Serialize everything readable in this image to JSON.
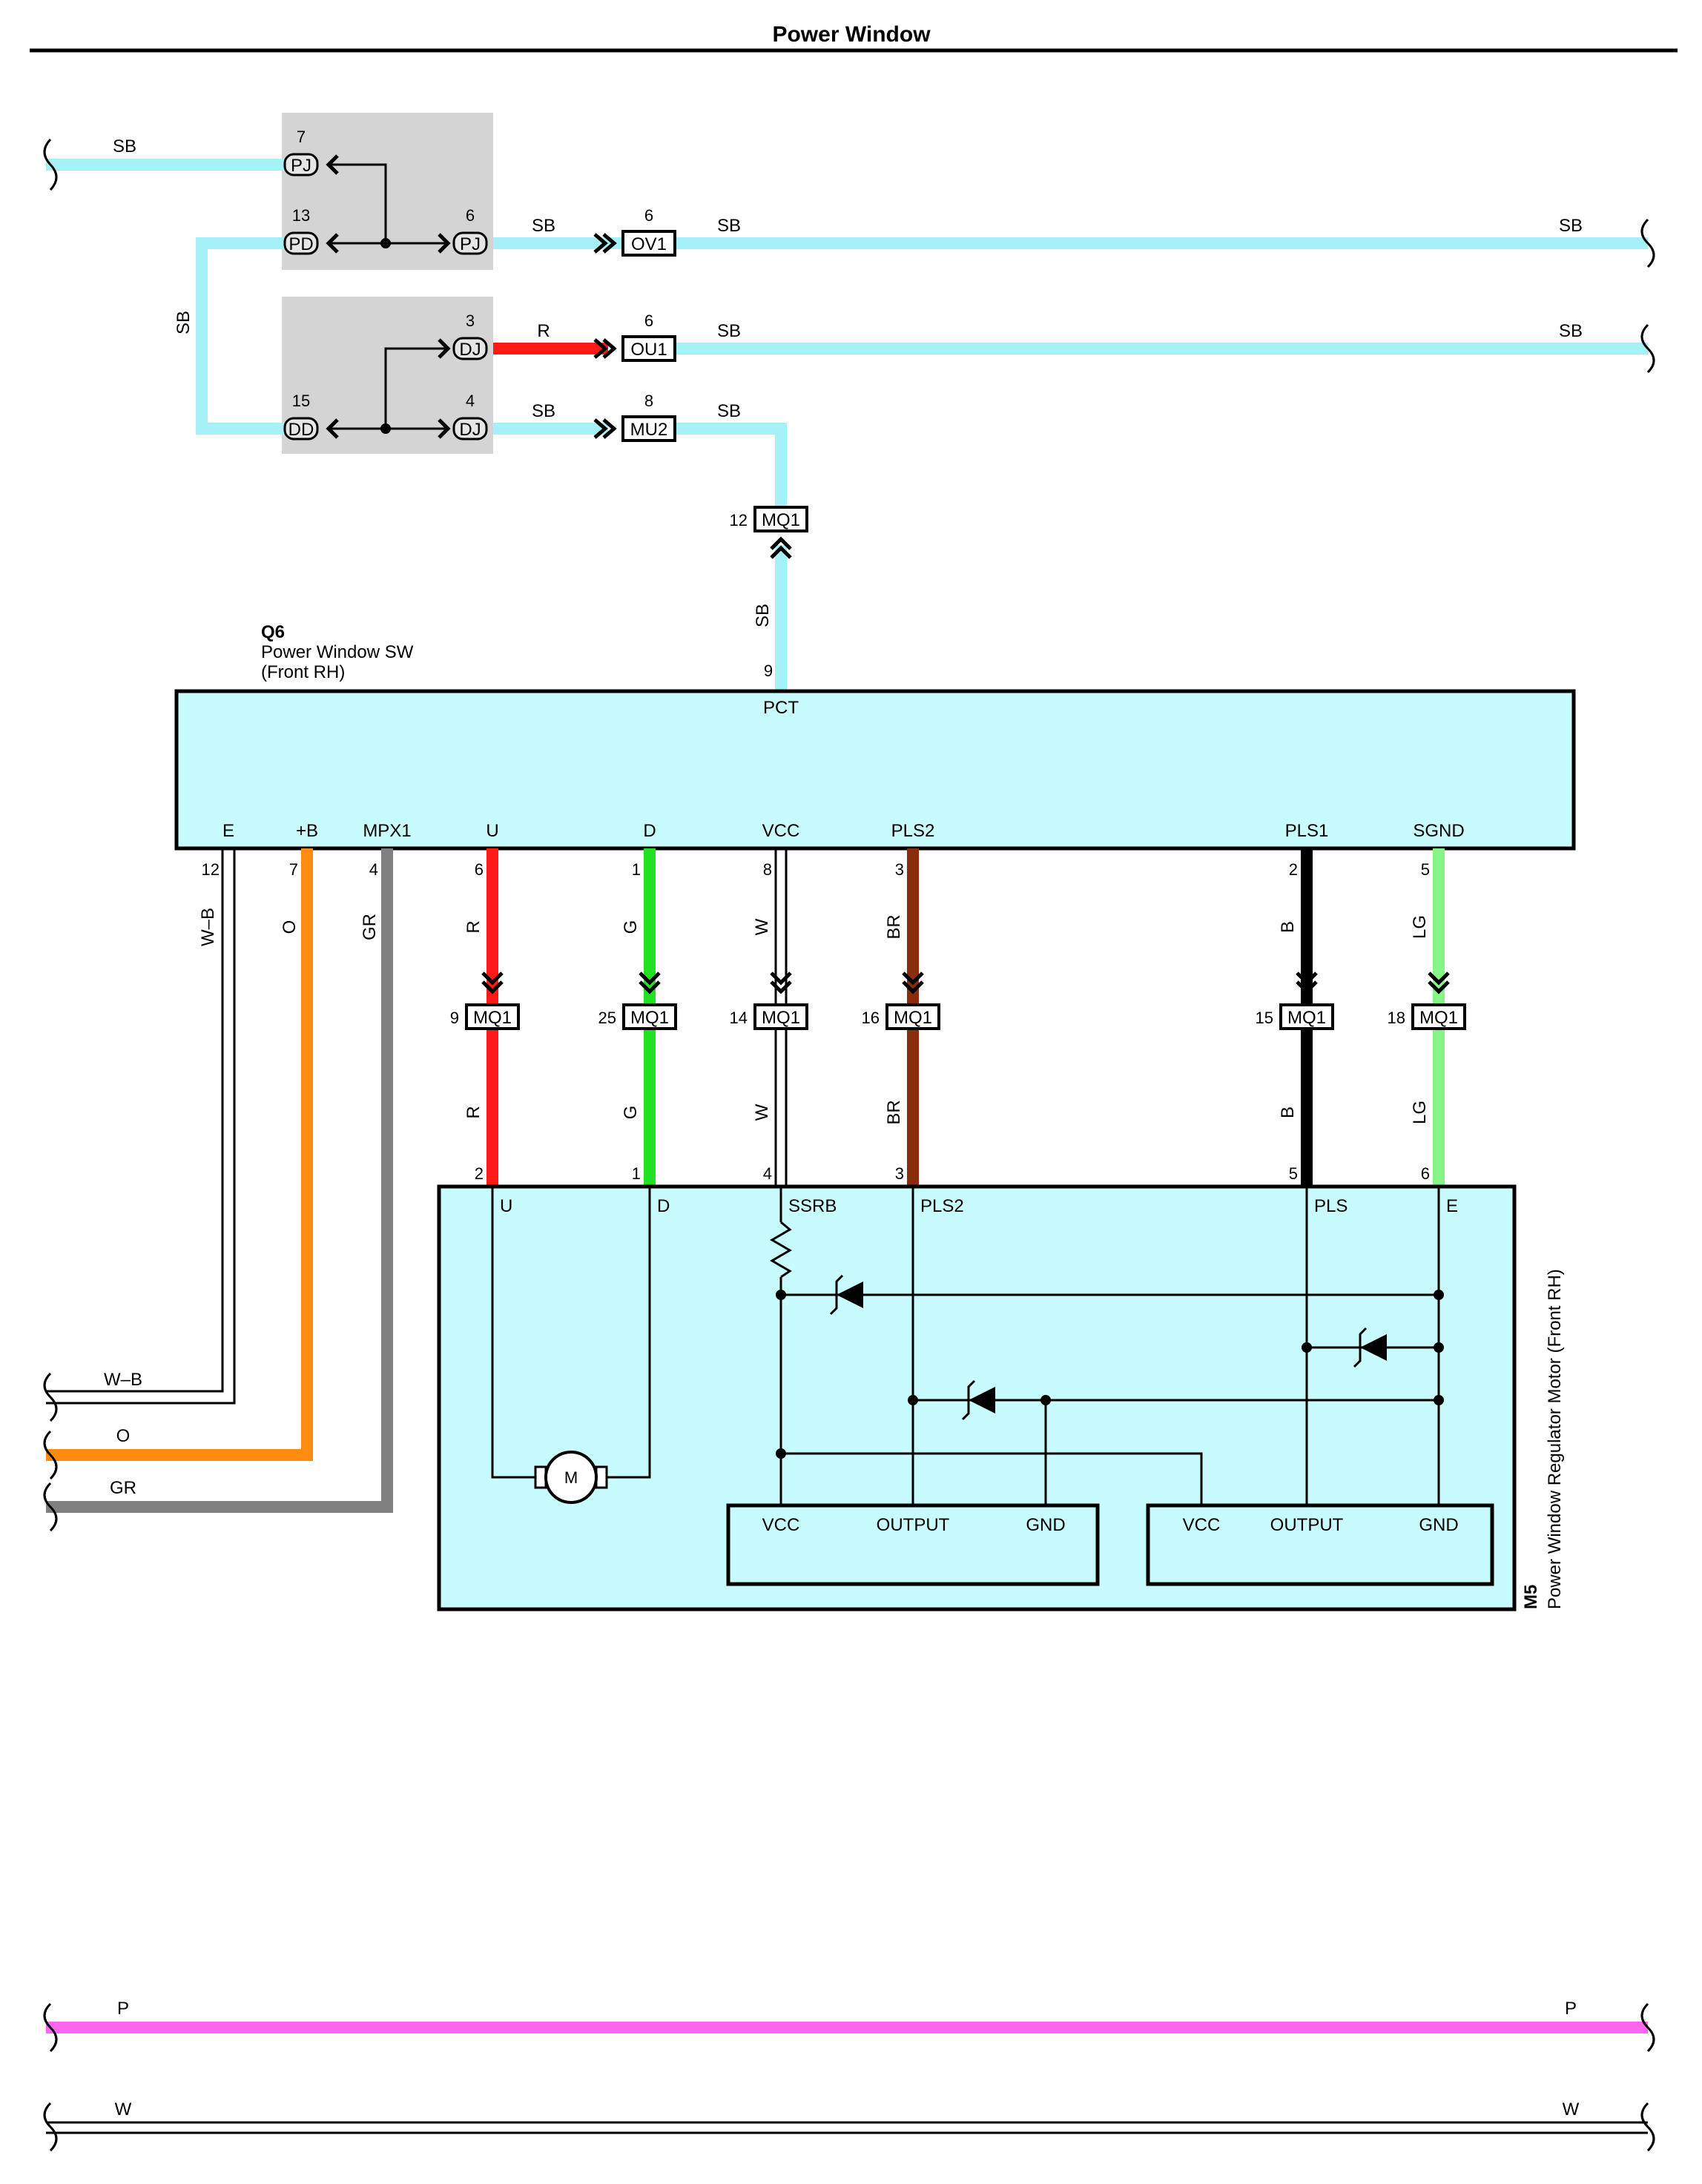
{
  "title": "Power Window",
  "colors": {
    "SB": "#a6f0f7",
    "R": "#ff1a1a",
    "G": "#22e022",
    "W": "#ffffff",
    "BR": "#8b2c0c",
    "B": "#000000",
    "LG": "#86f486",
    "O": "#ff8c10",
    "GR": "#808080",
    "P": "#ff66ee",
    "WB_outer": "#000000",
    "component_fill": "#c8fbfd",
    "junction_fill": "#d4d4d4"
  },
  "top_wires": {
    "sb_in_label": "SB",
    "sb_vertical_label": "SB",
    "pj7_pin": "7",
    "pj7_name": "PJ",
    "pd13_pin": "13",
    "pd13_name": "PD",
    "pj6_pin": "6",
    "pj6_name": "PJ",
    "dj3_pin": "3",
    "dj3_name": "DJ",
    "dd15_pin": "15",
    "dd15_name": "DD",
    "dj4_pin": "4",
    "dj4_name": "DJ",
    "row1": {
      "left_color": "SB",
      "conn_pin": "6",
      "conn_name": "OV1",
      "right_color": "SB",
      "end_color": "SB"
    },
    "row2": {
      "left_color": "R",
      "conn_pin": "6",
      "conn_name": "OU1",
      "right_color": "SB",
      "end_color": "SB"
    },
    "row3": {
      "left_color": "SB",
      "conn_pin": "8",
      "conn_name": "MU2",
      "right_color": "SB"
    },
    "mq1_top": {
      "pin": "12",
      "name": "MQ1",
      "wire_label": "SB"
    }
  },
  "q6": {
    "code": "Q6",
    "name1": "Power Window SW",
    "name2": "(Front RH)",
    "pct_pin": "9",
    "pct_label": "PCT",
    "terminals": [
      {
        "name": "E",
        "pin": "12",
        "color": "W–B"
      },
      {
        "name": "+B",
        "pin": "7",
        "color": "O"
      },
      {
        "name": "MPX1",
        "pin": "4",
        "color": "GR"
      },
      {
        "name": "U",
        "pin": "6",
        "color": "R"
      },
      {
        "name": "D",
        "pin": "1",
        "color": "G"
      },
      {
        "name": "VCC",
        "pin": "8",
        "color": "W"
      },
      {
        "name": "PLS2",
        "pin": "3",
        "color": "BR"
      },
      {
        "name": "PLS1",
        "pin": "2",
        "color": "B"
      },
      {
        "name": "SGND",
        "pin": "5",
        "color": "LG"
      }
    ]
  },
  "mq1_row": [
    {
      "pin": "9",
      "name": "MQ1",
      "color": "R"
    },
    {
      "pin": "25",
      "name": "MQ1",
      "color": "G"
    },
    {
      "pin": "14",
      "name": "MQ1",
      "color": "W"
    },
    {
      "pin": "16",
      "name": "MQ1",
      "color": "BR"
    },
    {
      "pin": "15",
      "name": "MQ1",
      "color": "B"
    },
    {
      "pin": "18",
      "name": "MQ1",
      "color": "LG"
    }
  ],
  "m5": {
    "code": "M5",
    "name": "Power Window Regulator Motor (Front RH)",
    "terminals": [
      {
        "name": "U",
        "pin": "2"
      },
      {
        "name": "D",
        "pin": "1"
      },
      {
        "name": "SSRB",
        "pin": "4"
      },
      {
        "name": "PLS2",
        "pin": "3"
      },
      {
        "name": "PLS",
        "pin": "5"
      },
      {
        "name": "E",
        "pin": "6"
      }
    ],
    "motor_label": "M",
    "sensor_left": {
      "vcc": "VCC",
      "output": "OUTPUT",
      "gnd": "GND"
    },
    "sensor_right": {
      "vcc": "VCC",
      "output": "OUTPUT",
      "gnd": "GND"
    }
  },
  "left_outgoing": {
    "wb": "W–B",
    "o": "O",
    "gr": "GR"
  },
  "bottom_wires": {
    "p_left": "P",
    "p_right": "P",
    "w_left": "W",
    "w_right": "W"
  }
}
